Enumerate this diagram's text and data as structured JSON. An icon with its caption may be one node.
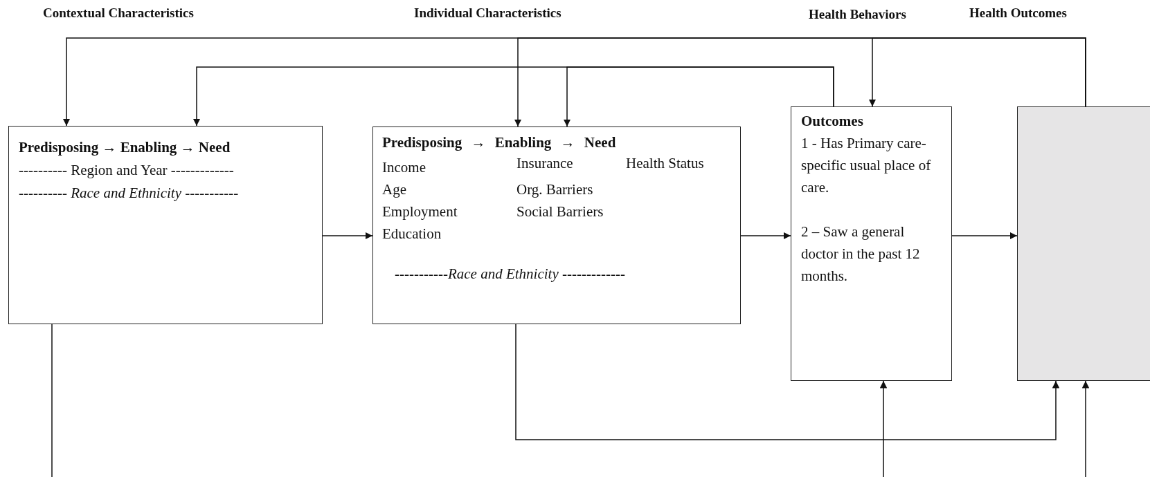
{
  "diagram": {
    "nodes": [
      {
        "text": [
          "Predisposing → Enabling → Need",
          "---------- Region and Year -------------",
          "---------- *Race and Ethnicity* -----------"
        ]
      },
      {
        "text": [
          "Predisposing → Enabling → Need",
          "Income",
          "Age",
          "Employment",
          "Education",
          "Insurance",
          "Org. Barriers",
          "Social Barriers",
          "Health Status",
          "-----------*Race and Ethnicity* -------------"
        ]
      },
      {
        "text": [
          "Outcomes",
          "1 - Has Primary care-specific usual place of care.",
          "2 – Saw a general doctor in the past 12 months."
        ]
      },
      {
        "text": [],
        "shape": "box"
      }
    ],
    "edges": [
      {
        "from": 3,
        "to": 0,
        "arrow": "to"
      },
      {
        "from": 3,
        "to": 1,
        "arrow": "to"
      },
      {
        "from": 3,
        "to": 2,
        "arrow": "to"
      },
      {
        "from": 2,
        "to": 0,
        "arrow": "to"
      },
      {
        "from": 2,
        "to": 1,
        "arrow": "to"
      },
      {
        "from": 0,
        "to": 1,
        "arrow": "to"
      },
      {
        "from": 1,
        "to": 2,
        "arrow": "to"
      },
      {
        "from": 2,
        "to": 3,
        "arrow": "to"
      },
      {
        "from": 1,
        "to": 3,
        "arrow": "to"
      },
      {
        "from": 0,
        "to": null,
        "arrow": "none"
      },
      {
        "from": null,
        "to": 2,
        "arrow": "to"
      },
      {
        "from": null,
        "to": 3,
        "arrow": "to"
      }
    ],
    "labels": [
      "Contextual Characteristics",
      "Individual Characteristics",
      "Health Behaviors",
      "Health Outcomes"
    ]
  }
}
